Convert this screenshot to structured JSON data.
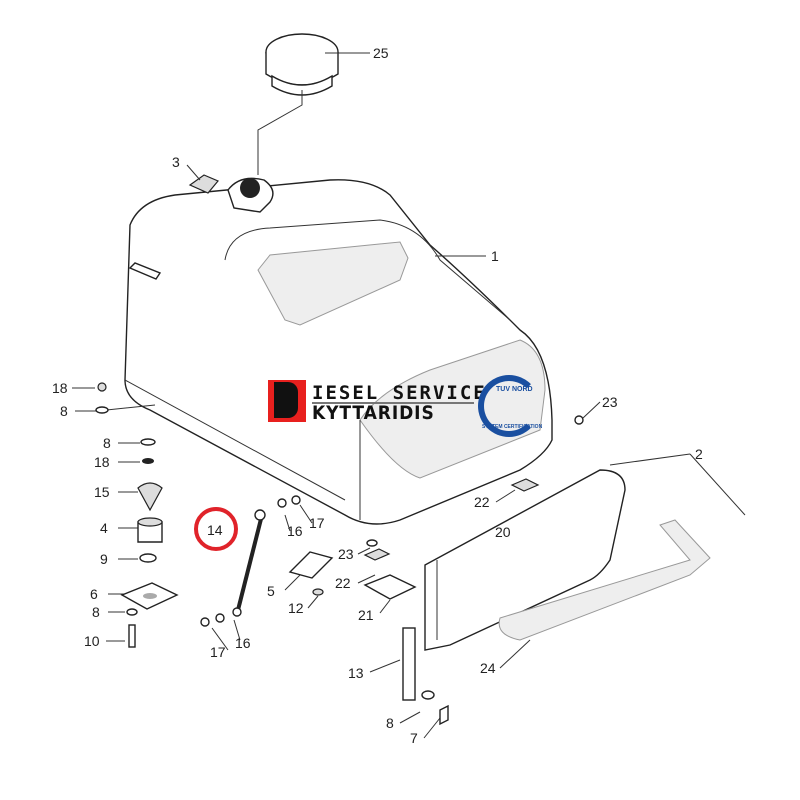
{
  "logo": {
    "brand_line1": "DIESEL SERVICE",
    "brand_line2": "KYTTARIDIS",
    "brand_initial": "D",
    "cert_top": "TUV NORD",
    "cert_bottom": "SYSTEM CERTIFICATION"
  },
  "highlight_color": "#e0232a",
  "labels": {
    "l25": "25",
    "l3": "3",
    "l1": "1",
    "l18a": "18",
    "l8a": "8",
    "l8b": "8",
    "l18b": "18",
    "l15": "15",
    "l4": "4",
    "l9": "9",
    "l6": "6",
    "l8c": "8",
    "l10": "10",
    "l14": "14",
    "l16a": "16",
    "l17a": "17",
    "l5": "5",
    "l12": "12",
    "l23a": "23",
    "l22a": "22",
    "l21": "21",
    "l23b": "23",
    "l22b": "22",
    "l20": "20",
    "l2": "2",
    "l13": "13",
    "l24": "24",
    "l8d": "8",
    "l7": "7",
    "l17b": "17",
    "l16b": "16"
  }
}
